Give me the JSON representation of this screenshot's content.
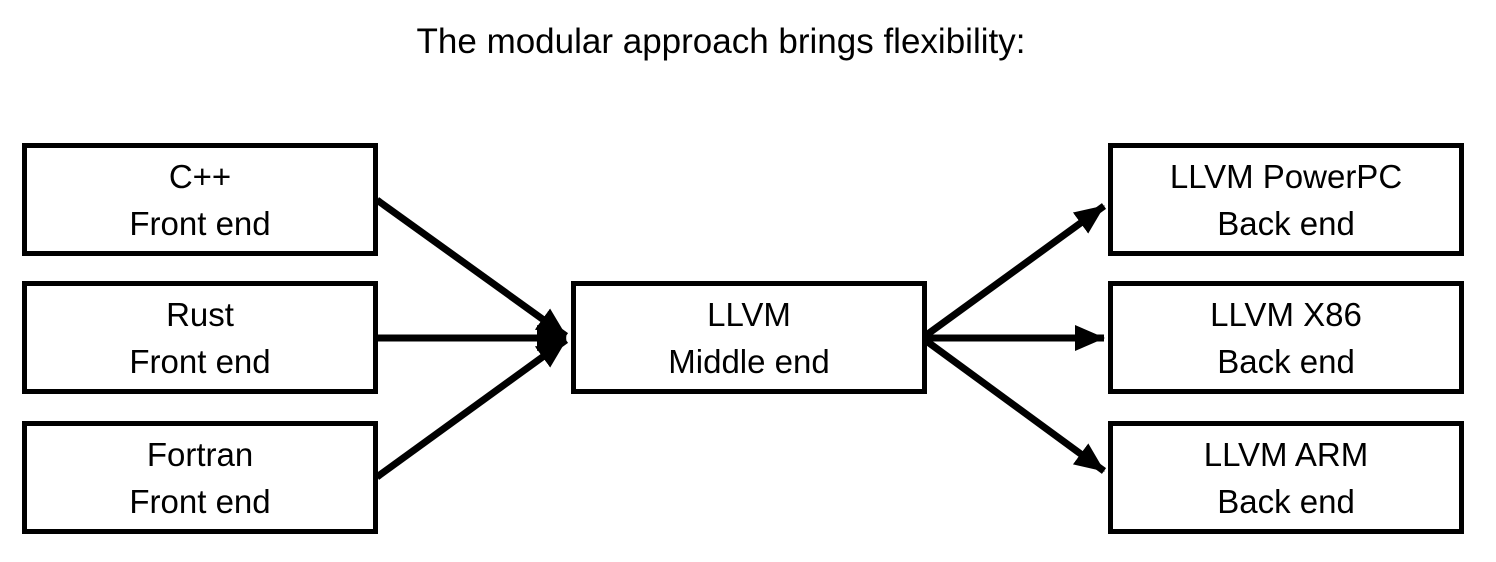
{
  "title": "The modular approach brings flexibility:",
  "nodes": {
    "front_ends": [
      {
        "name": "C++",
        "role": "Front end"
      },
      {
        "name": "Rust",
        "role": "Front end"
      },
      {
        "name": "Fortran",
        "role": "Front end"
      }
    ],
    "middle": {
      "name": "LLVM",
      "role": "Middle end"
    },
    "back_ends": [
      {
        "name": "LLVM PowerPC",
        "role": "Back end"
      },
      {
        "name": "LLVM X86",
        "role": "Back end"
      },
      {
        "name": "LLVM ARM",
        "role": "Back end"
      }
    ]
  },
  "edges": [
    {
      "from": "C++ Front end",
      "to": "LLVM Middle end"
    },
    {
      "from": "Rust Front end",
      "to": "LLVM Middle end"
    },
    {
      "from": "Fortran Front end",
      "to": "LLVM Middle end"
    },
    {
      "from": "LLVM Middle end",
      "to": "LLVM PowerPC Back end"
    },
    {
      "from": "LLVM Middle end",
      "to": "LLVM X86 Back end"
    },
    {
      "from": "LLVM Middle end",
      "to": "LLVM ARM Back end"
    }
  ],
  "colors": {
    "line": "#000000",
    "box_border": "#000000",
    "box_fill": "#ffffff",
    "text": "#000000",
    "background": "#ffffff"
  }
}
